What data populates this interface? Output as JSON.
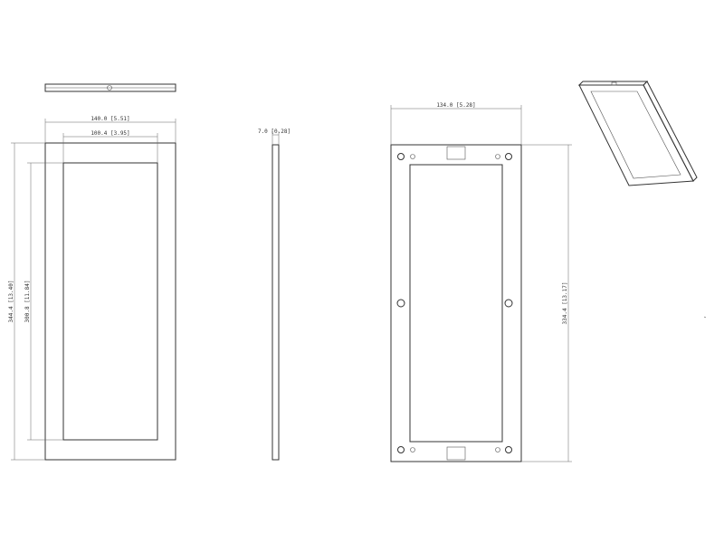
{
  "front_view": {
    "top_width_label": "140.0 [5.51]",
    "inner_width_label": "100.4 [3.95]",
    "outer_height_label": "344.4 [13.40]",
    "inner_height_label": "300.8 [11.84]"
  },
  "side_view": {
    "thickness_label": "7.0 [0.28]"
  },
  "back_view": {
    "width_label": "134.0 [5.28]",
    "height_label": "334.4 [13.17]"
  },
  "colors": {
    "line": "#333333",
    "background": "#ffffff"
  }
}
